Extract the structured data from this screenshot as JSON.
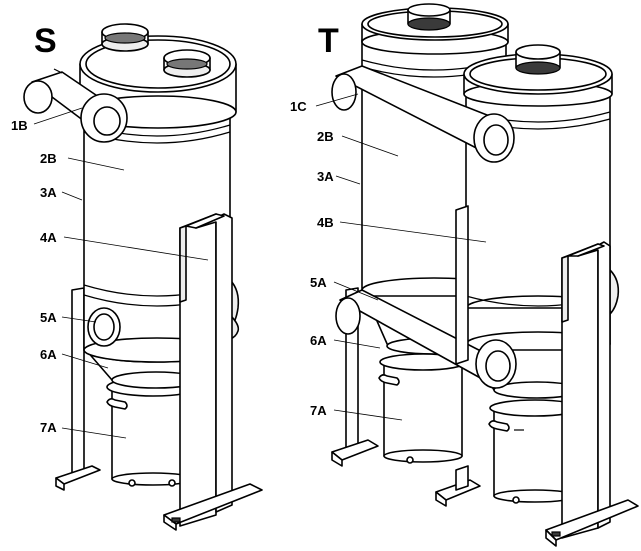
{
  "figure": {
    "variant_s": {
      "letter": "S",
      "labels": [
        "1B",
        "2B",
        "3A",
        "4A",
        "5A",
        "6A",
        "7A"
      ]
    },
    "variant_t": {
      "letter": "T",
      "labels": [
        "1C",
        "2B",
        "3A",
        "4B",
        "5A",
        "6A",
        "7A"
      ]
    }
  }
}
